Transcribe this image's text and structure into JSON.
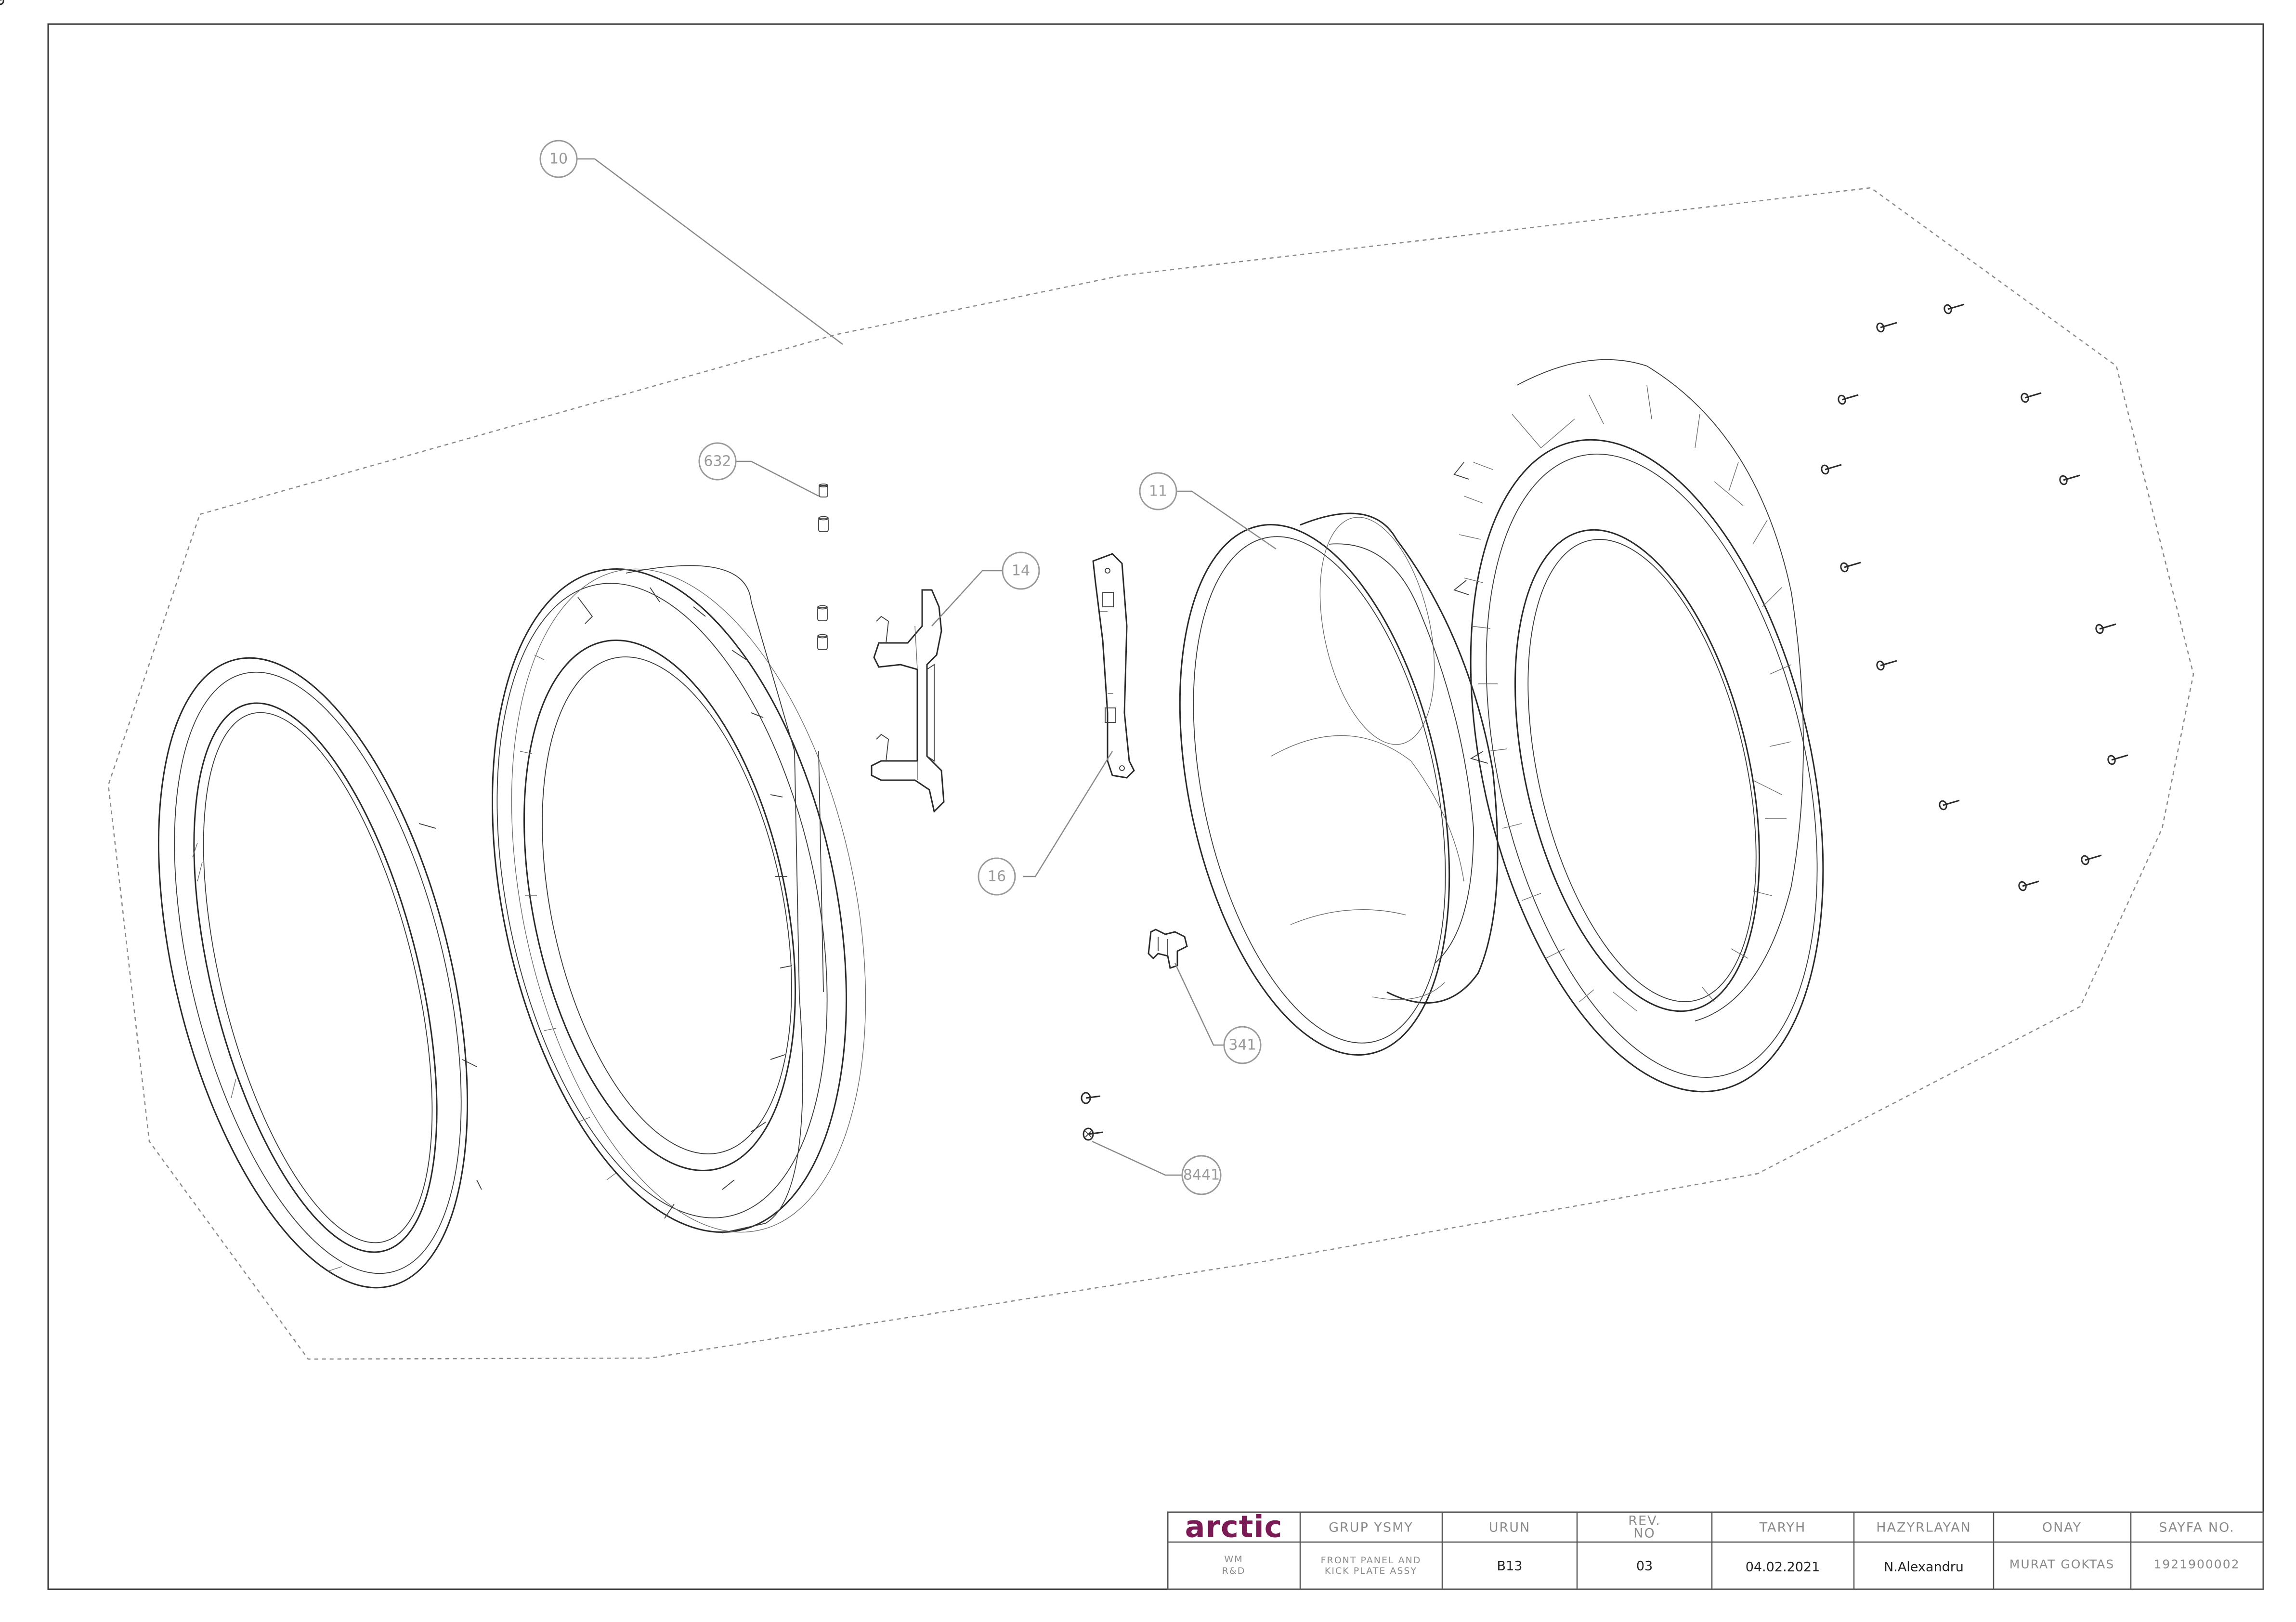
{
  "callouts": [
    {
      "id": "callout-10",
      "label": "10"
    },
    {
      "id": "callout-632",
      "label": "632"
    },
    {
      "id": "callout-11",
      "label": "11"
    },
    {
      "id": "callout-14",
      "label": "14"
    },
    {
      "id": "callout-16",
      "label": "16"
    },
    {
      "id": "callout-341",
      "label": "341"
    },
    {
      "id": "callout-8441",
      "label": "8441"
    }
  ],
  "title_block": {
    "logo": "arctic",
    "dept_line1": "WM",
    "dept_line2": "R&D",
    "headers": {
      "group": "GRUP YSMY",
      "product": "URUN",
      "rev_line1": "REV.",
      "rev_line2": "NO",
      "date": "TARYH",
      "prepared": "HAZYRLAYAN",
      "approved": "ONAY",
      "page": "SAYFA NO."
    },
    "values": {
      "group_line1": "FRONT PANEL AND",
      "group_line2": "KICK PLATE ASSY",
      "product": "B13",
      "rev": "03",
      "date": "04.02.2021",
      "prepared": "N.Alexandru",
      "approved": "MURAT GOKTAS",
      "page": "1921900002"
    }
  },
  "colors": {
    "brand": "#7b1b55",
    "linework": "#2b2b2b",
    "annotation": "#9a9a9a"
  }
}
